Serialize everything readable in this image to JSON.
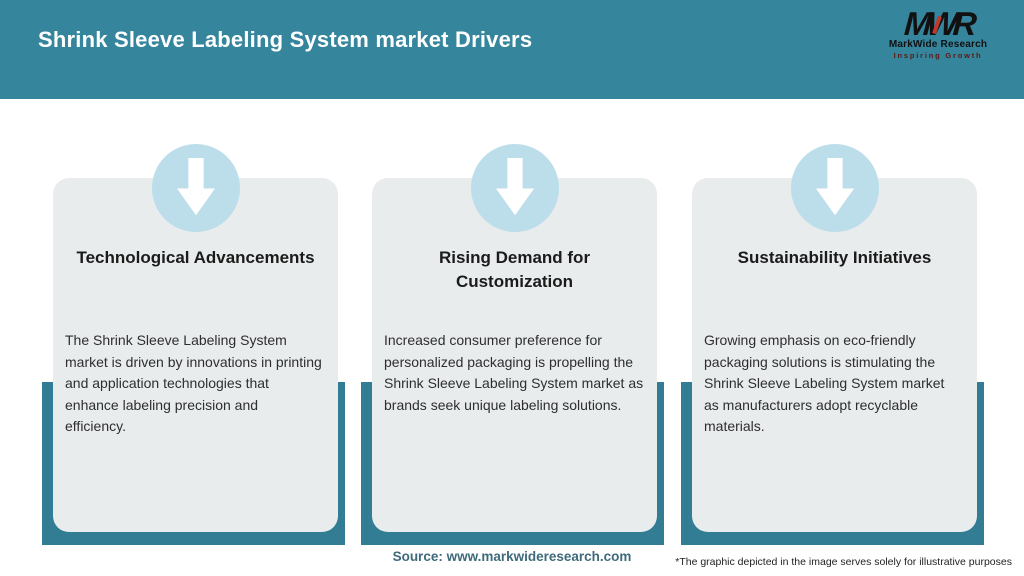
{
  "header": {
    "title": "Shrink Sleeve Labeling System market Drivers",
    "logo": {
      "monogram": "MWR",
      "name": "MarkWide Research",
      "tagline": "Inspiring Growth"
    }
  },
  "cards": [
    {
      "icon": "arrow-down-icon",
      "title": "Technological Advancements",
      "body": "The Shrink Sleeve Labeling System\nmarket is driven by innovations in printing\nand application technologies that\nenhance labeling precision and\nefficiency."
    },
    {
      "icon": "arrow-down-icon",
      "title": "Rising Demand for\nCustomization",
      "body": "Increased consumer preference for\npersonalized packaging is propelling the\nShrink Sleeve Labeling System market as\nbrands seek unique labeling solutions."
    },
    {
      "icon": "arrow-down-icon",
      "title": "Sustainability Initiatives",
      "body": "Growing emphasis on eco-friendly\npackaging solutions is stimulating the\nShrink Sleeve Labeling System market\nas manufacturers adopt recyclable\nmaterials."
    }
  ],
  "footer": {
    "source": "Source: www.markwideresearch.com",
    "disclaimer": "*The graphic depicted in the image serves solely for illustrative purposes"
  },
  "colors": {
    "header_teal": "#35859D",
    "panel_teal": "#327D94",
    "card_background": "#E9ECED",
    "icon_circle_blue": "#BCDDEA",
    "arrow_white": "#FFFFFF",
    "logo_accent_red": "#C0392B",
    "source_text": "#3E6B7B"
  }
}
